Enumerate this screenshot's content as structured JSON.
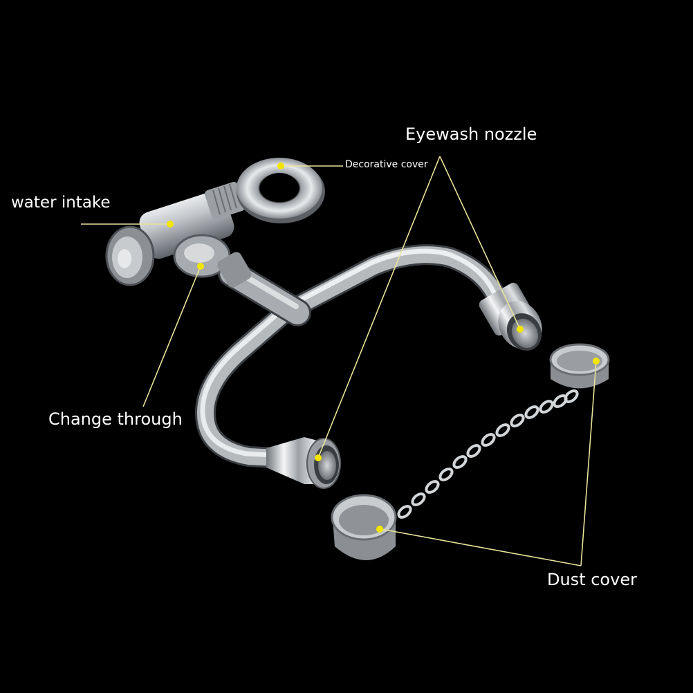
{
  "labels": {
    "water_intake": "water intake",
    "decorative_cover": "Decorative cover",
    "eyewash_nozzle": "Eyewash nozzle",
    "change_through": "Change through",
    "dust_cover": "Dust cover"
  },
  "colors": {
    "background": "#000000",
    "label_text": "#ffffff",
    "leader_line": "#e8e39a",
    "marker_dot": "#f2e600",
    "steel": "#b9bcc0"
  }
}
